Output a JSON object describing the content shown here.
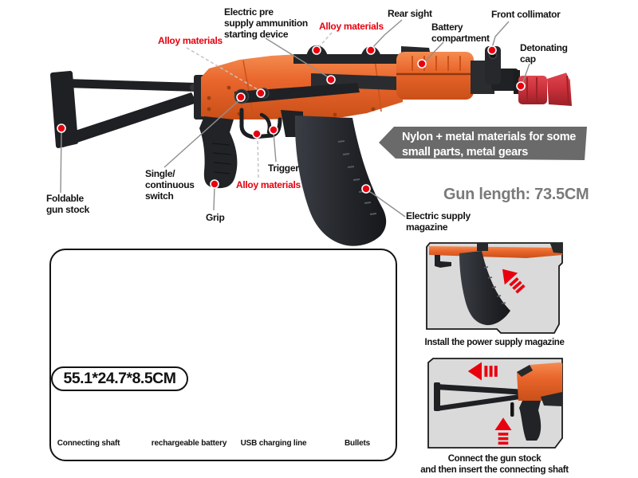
{
  "annotations": {
    "electric_pre": "Electric pre\nsupply ammunition\nstarting device",
    "alloy_left": "Alloy materials",
    "alloy_top": "Alloy materials",
    "alloy_bottom": "Alloy materials",
    "rear_sight": "Rear sight",
    "battery_compartment": "Battery\ncompartment",
    "front_collimator": "Front collimator",
    "detonating_cap": "Detonating\ncap",
    "foldable_stock": "Foldable\ngun stock",
    "switch": "Single/\ncontinuous\nswitch",
    "grip": "Grip",
    "trigger": "Trigger",
    "magazine": "Electric supply\nmagazine"
  },
  "banner": {
    "text": "Nylon + metal materials for some\nsmall parts, metal gears"
  },
  "gun_length": "Gun length: 73.5CM",
  "package": {
    "dimensions": "55.1*24.7*8.5CM",
    "items": [
      "Connecting shaft",
      "rechargeable battery",
      "USB charging line",
      "Bullets"
    ]
  },
  "instructions": {
    "step1": "Install the power supply magazine",
    "step2": "Connect the gun stock\nand then insert the connecting shaft"
  },
  "colors": {
    "orange": "#E9662C",
    "orange_dark": "#C14E15",
    "black_part": "#212327",
    "red_marker": "#E8000F",
    "red_cap": "#C9303A",
    "banner_gray": "#6A6A6A",
    "panel_gray": "#DADADA",
    "box_tan": "#B29062",
    "bullets_blue": "#2B49D0",
    "length_text_gray": "#7A7A7A"
  }
}
